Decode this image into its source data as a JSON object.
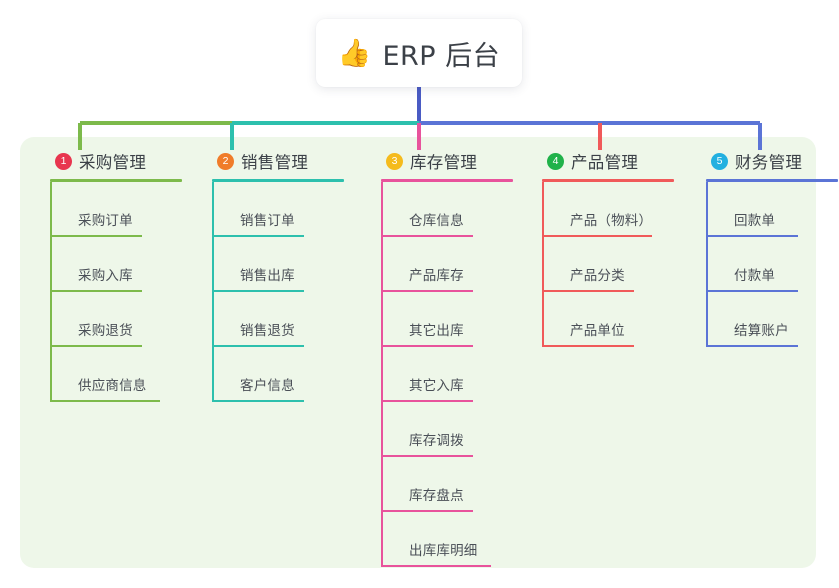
{
  "diagram": {
    "type": "mindmap",
    "title": "ERP 后台",
    "root": {
      "icon": "thumbs-up-emoji",
      "icon_glyph": "👍",
      "label": "ERP 后台"
    },
    "panel_color": "#eef7e9",
    "branches": [
      {
        "number": "1",
        "label": "采购管理",
        "badge_color": "#e8364f",
        "line_color": "#7dba4b",
        "items": [
          {
            "label": "采购订单"
          },
          {
            "label": "采购入库"
          },
          {
            "label": "采购退货"
          },
          {
            "label": "供应商信息"
          }
        ]
      },
      {
        "number": "2",
        "label": "销售管理",
        "badge_color": "#f07c2a",
        "line_color": "#2dc0ad",
        "items": [
          {
            "label": "销售订单"
          },
          {
            "label": "销售出库"
          },
          {
            "label": "销售退货"
          },
          {
            "label": "客户信息"
          }
        ]
      },
      {
        "number": "3",
        "label": "库存管理",
        "badge_color": "#f5bb1d",
        "line_color": "#e8539c",
        "items": [
          {
            "label": "仓库信息"
          },
          {
            "label": "产品库存"
          },
          {
            "label": "其它出库"
          },
          {
            "label": "其它入库"
          },
          {
            "label": "库存调拨"
          },
          {
            "label": "库存盘点"
          },
          {
            "label": "出库库明细"
          }
        ]
      },
      {
        "number": "4",
        "label": "产品管理",
        "badge_color": "#20b24a",
        "line_color": "#f05a5a",
        "items": [
          {
            "label": "产品（物料）"
          },
          {
            "label": "产品分类"
          },
          {
            "label": "产品单位"
          }
        ]
      },
      {
        "number": "5",
        "label": "财务管理",
        "badge_color": "#22b0e0",
        "line_color": "#5b74d6",
        "items": [
          {
            "label": "回款单"
          },
          {
            "label": "付款单"
          },
          {
            "label": "结算账户"
          }
        ]
      }
    ],
    "trunk": {
      "stem_color": "#4a5bc4",
      "segments": [
        {
          "color": "#7dba4b"
        },
        {
          "color": "#2dc0ad"
        },
        {
          "color": "#5b74d6"
        }
      ]
    }
  }
}
